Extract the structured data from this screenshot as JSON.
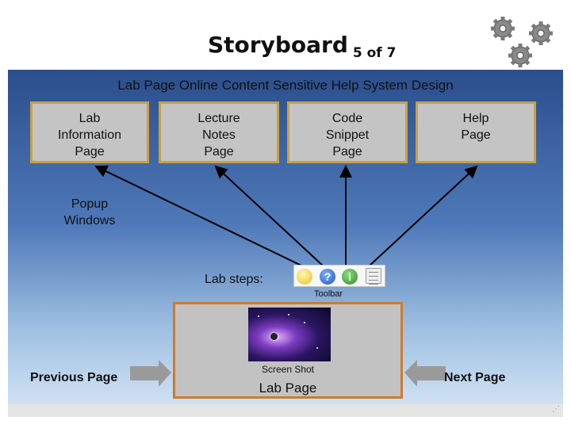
{
  "slide": {
    "title": "Storyboard",
    "page_indicator": "5 of 7",
    "subtitle": "Lab Page Online Content Sensitive Help System Design"
  },
  "pages": [
    {
      "label": "Lab\nInformation\nPage"
    },
    {
      "label": "Lecture\nNotes\nPage"
    },
    {
      "label": "Code\nSnippet\nPage"
    },
    {
      "label": "Help\nPage"
    }
  ],
  "popup_label": "Popup\nWindows",
  "steps_label": "Lab steps:",
  "toolbar": {
    "caption": "Toolbar",
    "icons": [
      "lightbulb-icon",
      "question-icon",
      "info-icon",
      "notes-icon"
    ],
    "help_glyph": "?",
    "info_glyph": "i"
  },
  "lab_page": {
    "screenshot_caption": "Screen Shot",
    "label": "Lab Page"
  },
  "navigation": {
    "previous_label": "Previous Page",
    "next_label": "Next Page"
  },
  "colors": {
    "box_border": "#caa040",
    "lab_page_border": "#d07a2a",
    "panel_top": "#2b4e8c",
    "panel_bottom": "#d6e6f5",
    "nav_arrow": "#9a9a9a"
  }
}
